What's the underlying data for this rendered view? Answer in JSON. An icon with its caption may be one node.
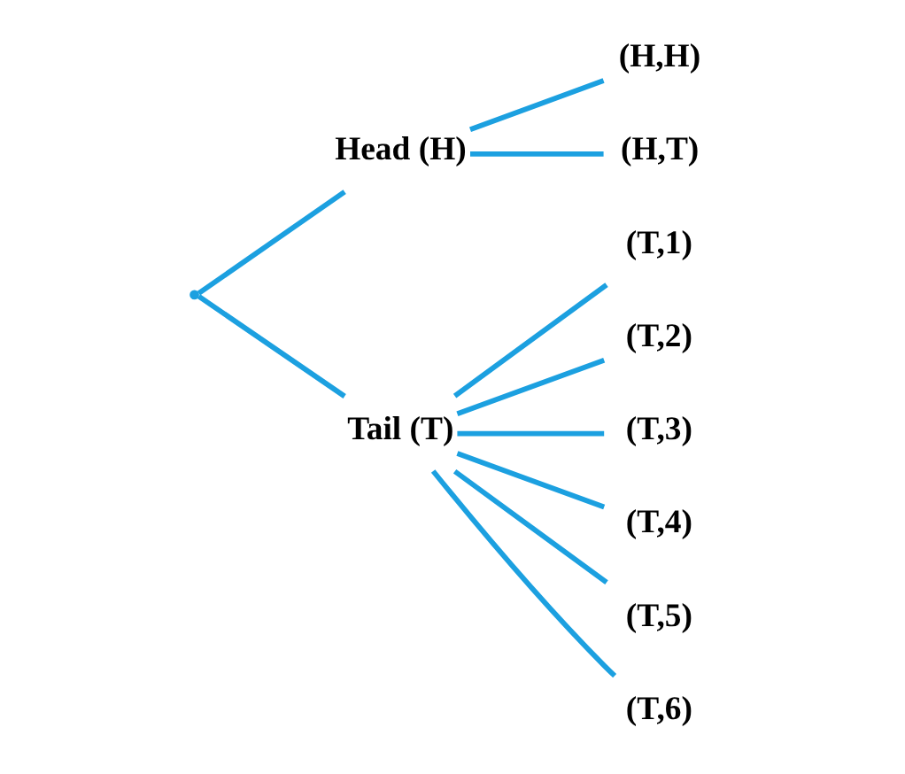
{
  "diagram": {
    "nodes": [
      {
        "text": [],
        "shape": "point"
      },
      {
        "text": [
          "Head (H)"
        ]
      },
      {
        "text": [
          "Tail (T)"
        ]
      },
      {
        "text": [
          "(H,H)"
        ]
      },
      {
        "text": [
          "(H,T)"
        ]
      },
      {
        "text": [
          "(T,1)"
        ]
      },
      {
        "text": [
          "(T,2)"
        ]
      },
      {
        "text": [
          "(T,3)"
        ]
      },
      {
        "text": [
          "(T,4)"
        ]
      },
      {
        "text": [
          "(T,5)"
        ]
      },
      {
        "text": [
          "(T,6)"
        ]
      }
    ],
    "edges": [
      {
        "from": 0,
        "to": 1,
        "arrow": "none"
      },
      {
        "from": 0,
        "to": 2,
        "arrow": "none"
      },
      {
        "from": 1,
        "to": 3,
        "arrow": "none"
      },
      {
        "from": 1,
        "to": 4,
        "arrow": "none"
      },
      {
        "from": 2,
        "to": 5,
        "arrow": "none"
      },
      {
        "from": 2,
        "to": 6,
        "arrow": "none"
      },
      {
        "from": 2,
        "to": 7,
        "arrow": "none"
      },
      {
        "from": 2,
        "to": 8,
        "arrow": "none"
      },
      {
        "from": 2,
        "to": 9,
        "arrow": "none"
      },
      {
        "from": 2,
        "to": 10,
        "arrow": "none"
      }
    ]
  }
}
